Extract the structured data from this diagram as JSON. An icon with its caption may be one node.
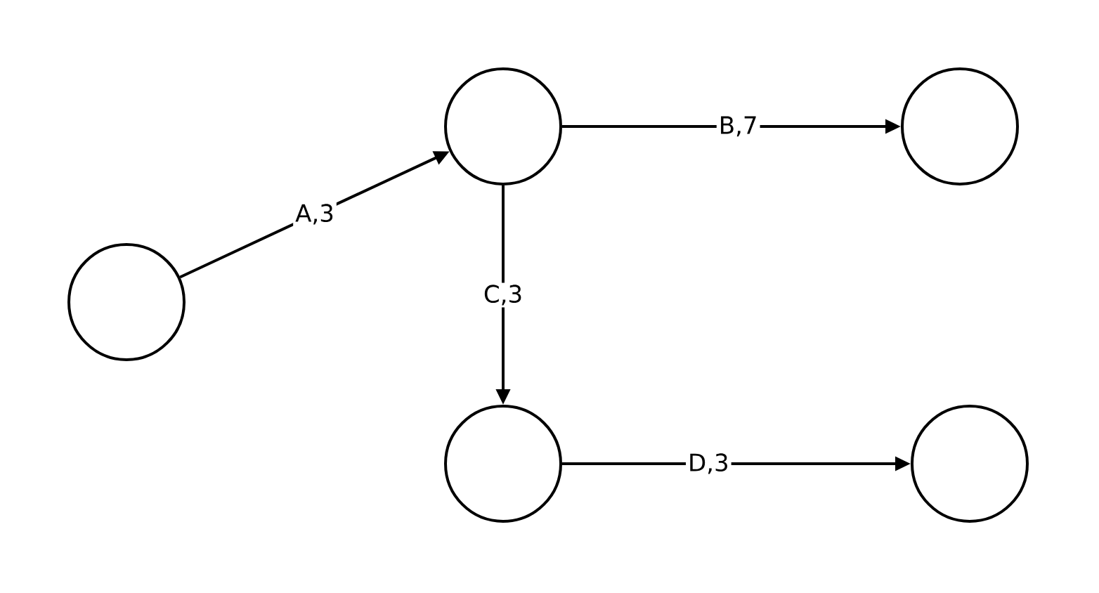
{
  "diagram": {
    "nodes": [
      {
        "text": [],
        "shape": "circle"
      },
      {
        "text": [],
        "shape": "circle"
      },
      {
        "text": [],
        "shape": "circle"
      },
      {
        "text": [],
        "shape": "circle"
      },
      {
        "text": [],
        "shape": "circle"
      }
    ],
    "edges": [
      {
        "from": 0,
        "to": 1,
        "arrow": "to",
        "label": "A,3"
      },
      {
        "from": 1,
        "to": 2,
        "arrow": "to",
        "label": "B,7"
      },
      {
        "from": 1,
        "to": 3,
        "arrow": "to",
        "label": "C,3"
      },
      {
        "from": 3,
        "to": 4,
        "arrow": "to",
        "label": "D,3"
      }
    ]
  }
}
